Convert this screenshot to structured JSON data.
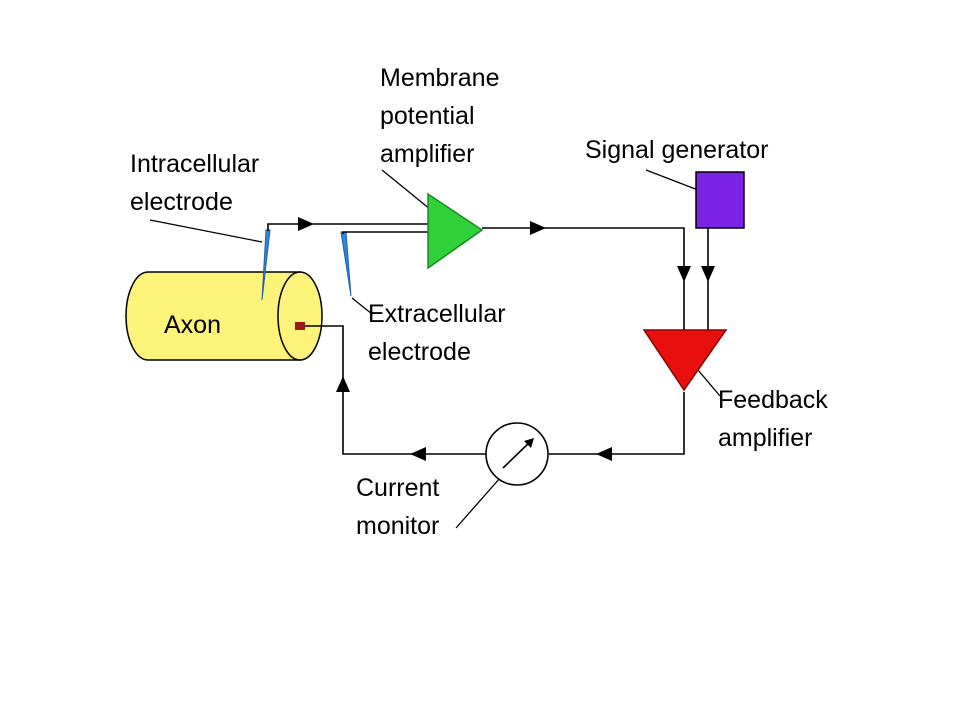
{
  "labels": {
    "membrane_line1": "Membrane",
    "membrane_line2": "potential",
    "membrane_line3": "amplifier",
    "signal_generator": "Signal generator",
    "intracellular_line1": "Intracellular",
    "intracellular_line2": "electrode",
    "axon": "Axon",
    "extracellular_line1": "Extracellular",
    "extracellular_line2": "electrode",
    "feedback_line1": "Feedback",
    "feedback_line2": "amplifier",
    "current_line1": "Current",
    "current_line2": "monitor"
  },
  "colors": {
    "axon_fill": "#fbf37a",
    "membrane_amplifier": "#2fd03a",
    "feedback_amplifier": "#e80f0f",
    "signal_generator": "#7b22e6",
    "electrode": "#2f86d8",
    "internal_wire": "#9a1a1a",
    "wire": "#000000"
  },
  "icons": {
    "current_monitor": "ammeter-dial-icon",
    "membrane_amplifier": "triangle-amplifier-icon",
    "feedback_amplifier": "triangle-amplifier-icon",
    "signal_generator": "square-source-icon"
  }
}
